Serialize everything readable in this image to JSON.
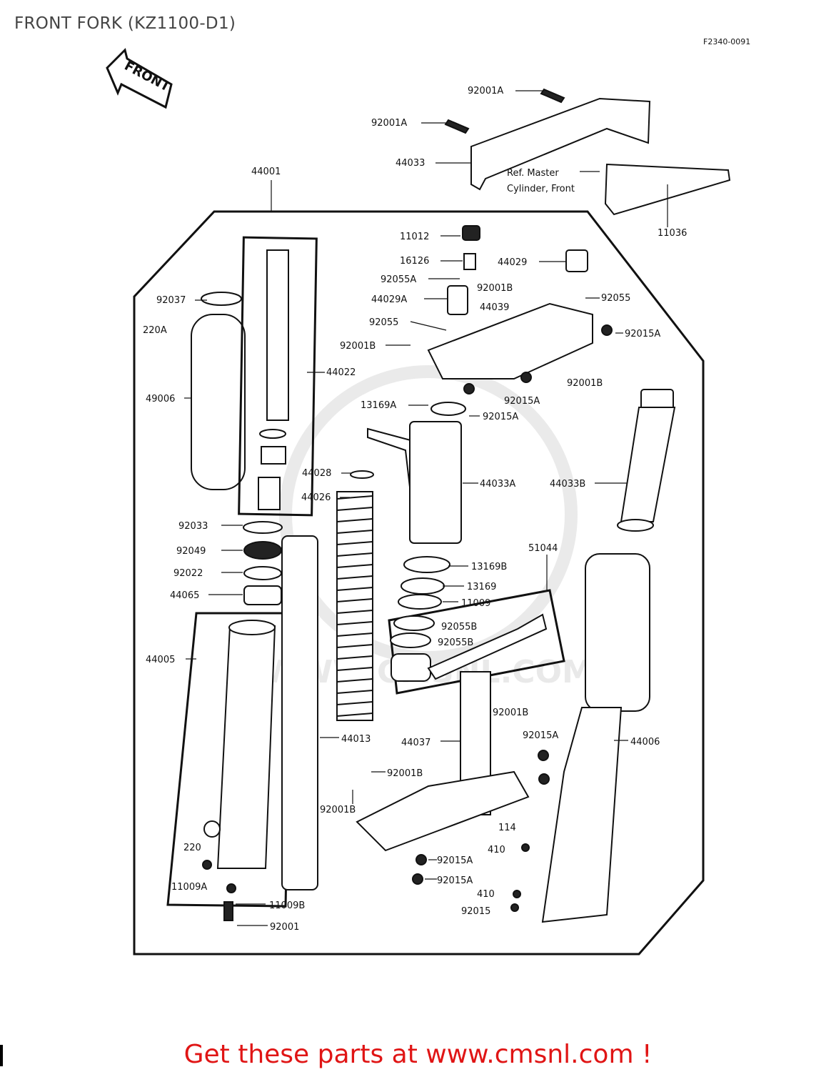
{
  "title": "FRONT FORK (KZ1100-D1)",
  "diagram_code": "F2340-0091",
  "front_label": "FRONT",
  "ref_note": "Ref. Master Cylinder, Front",
  "cta_text": "Get these parts at www.cmsnl.com !",
  "watermark": "WWW.CMSNL.COM",
  "colors": {
    "cta": "#e01515",
    "ink": "#111111",
    "title": "#444444"
  },
  "labels": {
    "p92001A_1": "92001A",
    "p92001A_2": "92001A",
    "p44033": "44033",
    "p11036": "11036",
    "p44001": "44001",
    "p11012": "11012",
    "p16126": "16126",
    "p44029": "44029",
    "p92055A": "92055A",
    "p44029A": "44029A",
    "p92001B_1": "92001B",
    "p92055_1": "92055",
    "p44039": "44039",
    "p92055_2": "92055",
    "p92015A_1": "92015A",
    "p92001B_2": "92001B",
    "p92001B_3": "92001B",
    "p92037": "92037",
    "p220A": "220A",
    "p44022": "44022",
    "p49006": "49006",
    "p92015A_2": "92015A",
    "p13169A": "13169A",
    "p92015A_3": "92015A",
    "p44028": "44028",
    "p44026": "44026",
    "p44033A": "44033A",
    "p44033B": "44033B",
    "p92033": "92033",
    "p92049": "92049",
    "p51044": "51044",
    "p92022": "92022",
    "p13169B": "13169B",
    "p44065": "44065",
    "p13169": "13169",
    "p11009": "11009",
    "p92055B_1": "92055B",
    "p92055B_2": "92055B",
    "p44005": "44005",
    "p92001B_4": "92001B",
    "p44013": "44013",
    "p44037": "44037",
    "p92015A_4": "92015A",
    "p44006": "44006",
    "p92001B_5": "92001B",
    "p92001B_6": "92001B",
    "p114": "114",
    "p410_1": "410",
    "p220": "220",
    "p92015A_5": "92015A",
    "p11009A": "11009A",
    "p92015A_6": "92015A",
    "p410_2": "410",
    "p11009B": "11009B",
    "p92015": "92015",
    "p92001": "92001"
  }
}
